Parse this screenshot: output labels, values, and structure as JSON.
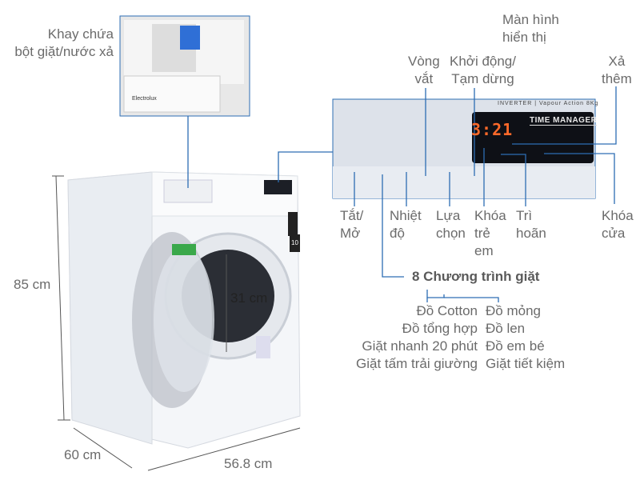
{
  "labels": {
    "dispenser": [
      "Khay chứa",
      "bột giặt/nước xả"
    ],
    "display": [
      "Màn hình",
      "hiển thị"
    ],
    "spin": [
      "Vòng",
      "vắt"
    ],
    "start_pause": [
      "Khởi động/",
      "Tạm dừng"
    ],
    "extra_rinse": [
      "Xả",
      "thêm"
    ],
    "power": [
      "Tắt/",
      "Mở"
    ],
    "temperature": [
      "Nhiệt",
      "độ"
    ],
    "option": [
      "Lựa",
      "chọn"
    ],
    "child_lock": [
      "Khóa",
      "trẻ",
      "em"
    ],
    "delay": [
      "Trì",
      "hoãn"
    ],
    "door_lock": [
      "Khóa",
      "cửa"
    ]
  },
  "programs": {
    "title": "8 Chương trình giặt",
    "left": [
      "Đồ Cotton",
      "Đồ tổng hợp",
      "Giặt nhanh 20 phút",
      "Giặt tấm trải giường"
    ],
    "right": [
      "Đồ mỏng",
      "Đồ len",
      "Đồ em bé",
      "Giặt tiết kiệm"
    ]
  },
  "dimensions": {
    "height": "85 cm",
    "depth": "60 cm",
    "width": "56.8 cm",
    "door": "31 cm"
  },
  "panel": {
    "display_value": "3:21",
    "time_manager": "TIME MANAGER",
    "brand_line": "INVERTER | Vapour Action 8Kg",
    "capacity_badge": "10"
  },
  "colors": {
    "line": "#2d6db3",
    "text": "#6b6b6b",
    "display": "#ff6a2a"
  }
}
